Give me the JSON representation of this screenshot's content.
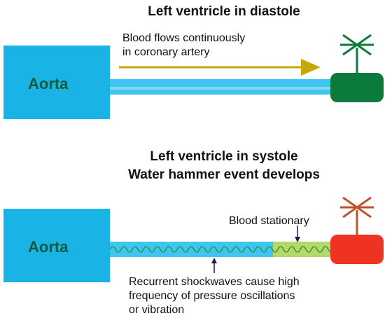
{
  "top": {
    "title": "Left ventricle in diastole",
    "aorta_label": "Aorta",
    "flow_note_line1": "Blood flows continuously",
    "flow_note_line2": "in coronary artery"
  },
  "bottom": {
    "title_line1": "Left ventricle in systole",
    "title_line2": "Water hammer event develops",
    "aorta_label": "Aorta",
    "stationary_label": "Blood stationary",
    "shock_note_line1": "Recurrent shockwaves cause high",
    "shock_note_line2": "frequency of pressure oscillations",
    "shock_note_line3": "or vibration"
  },
  "colors": {
    "aorta_fill": "#1ab3e6",
    "artery_fill": "#3ec6f0",
    "arrow": "#c8a800",
    "pump_green": "#0b7a3a",
    "pump_red": "#ee3322",
    "wave_green": "#2a8a30",
    "stationary_fill": "#b5d86a"
  },
  "icons": [
    "fan-icon-green",
    "fan-icon-red"
  ]
}
